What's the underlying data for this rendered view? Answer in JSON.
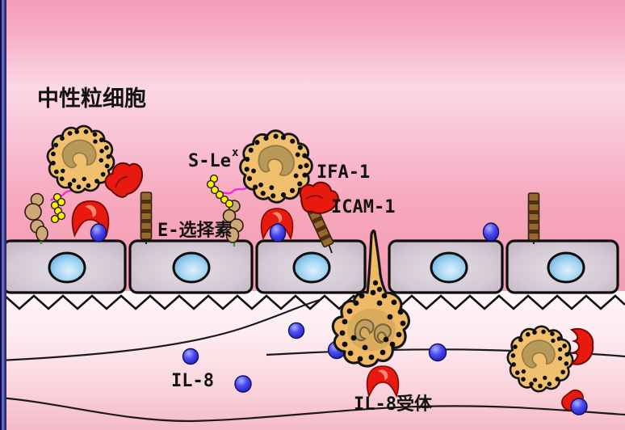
{
  "diagram": {
    "type": "immunology-neutrophil-adhesion-diagram",
    "labels": {
      "neutrophil": "中性粒细胞",
      "slex_base": "S-Le",
      "slex_sup": "x",
      "e_selectin": "E-选择素",
      "ifa1": "IFA-1",
      "icam1": "ICAM-1",
      "il8": "IL-8",
      "il8_receptor": "IL-8受体"
    },
    "elements": {
      "neutrophil_cells": 4,
      "endothelial_cells": 5,
      "il8_molecules": 9,
      "icam1_rods": 3,
      "selectin_bead_chains": 2,
      "red_receptors": 6
    },
    "colors": {
      "background_pink": "#f5a0ba",
      "background_light_band": "#fbd8e6",
      "tissue_light": "#fdf2f6",
      "tissue_pink": "#f4bac8",
      "endothelial_fill": "#d4c9d4",
      "endothelial_nucleus": "#7ec4ef",
      "neutrophil_body": "#f1c06e",
      "neutrophil_nucleus": "#b49858",
      "receptor_red": "#e8190e",
      "il8_blue": "#3a3ae0",
      "selectin_tan": "#cfa87a",
      "bead_yellow": "#ffee00",
      "tether_magenta": "#f32bd8",
      "icam_brown": "#96682f",
      "left_border_blue": "#2a2a6a"
    }
  }
}
